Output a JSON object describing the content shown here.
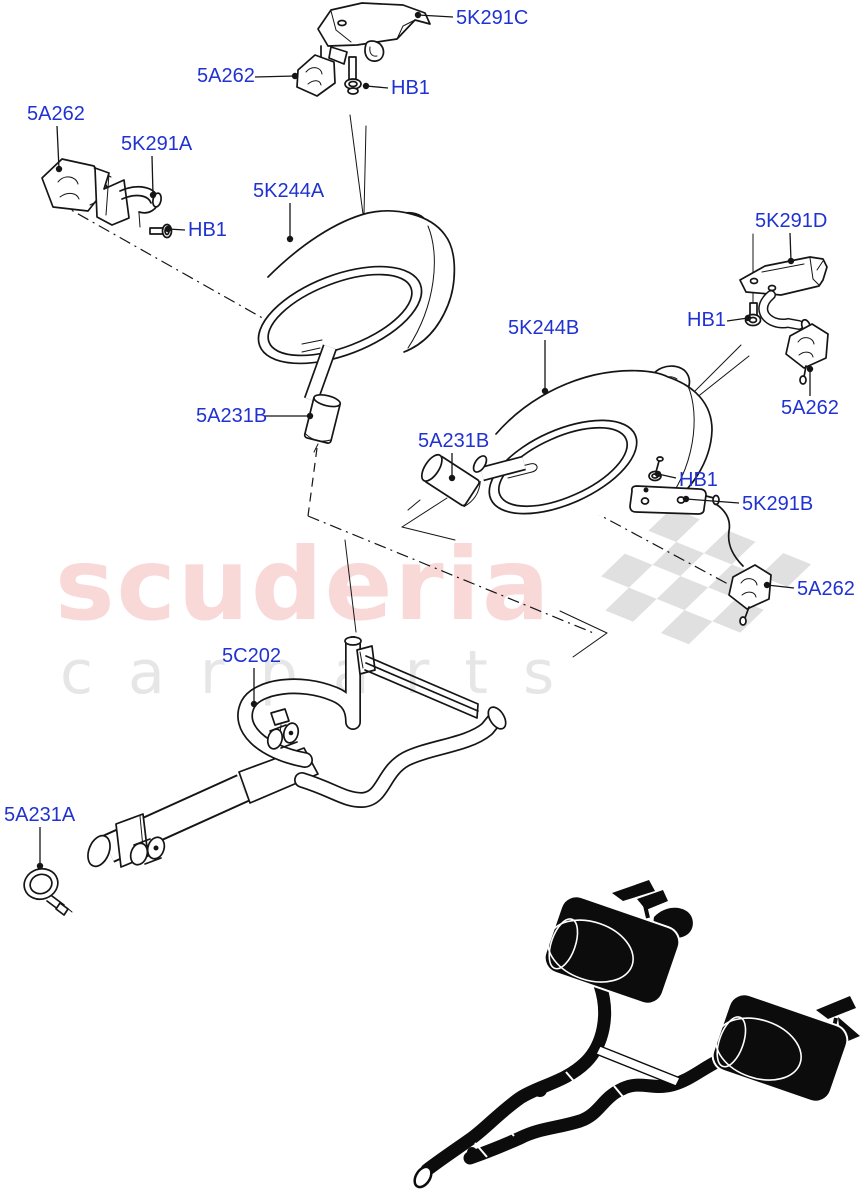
{
  "watermark": {
    "brand": "scuderia",
    "letters": "c a r p a r t s"
  },
  "colors": {
    "label_blue": "#2032d2",
    "line_black": "#151515",
    "watermark_pink": "#f9d8d8",
    "watermark_gray": "#e6e6e6",
    "checker_gray": "#e0e0e0",
    "silhouette_black": "#0c0c0c",
    "background": "#ffffff"
  },
  "labels": [
    {
      "code": "5K291C"
    },
    {
      "code": "5A262"
    },
    {
      "code": "HB1"
    },
    {
      "code": "5A262"
    },
    {
      "code": "5K291A"
    },
    {
      "code": "HB1"
    },
    {
      "code": "5K244A"
    },
    {
      "code": "5K291D"
    },
    {
      "code": "HB1"
    },
    {
      "code": "5A262"
    },
    {
      "code": "5K244B"
    },
    {
      "code": "5A231B"
    },
    {
      "code": "5A231B"
    },
    {
      "code": "HB1"
    },
    {
      "code": "5K291B"
    },
    {
      "code": "5A262"
    },
    {
      "code": "5C202"
    },
    {
      "code": "5A231A"
    }
  ]
}
